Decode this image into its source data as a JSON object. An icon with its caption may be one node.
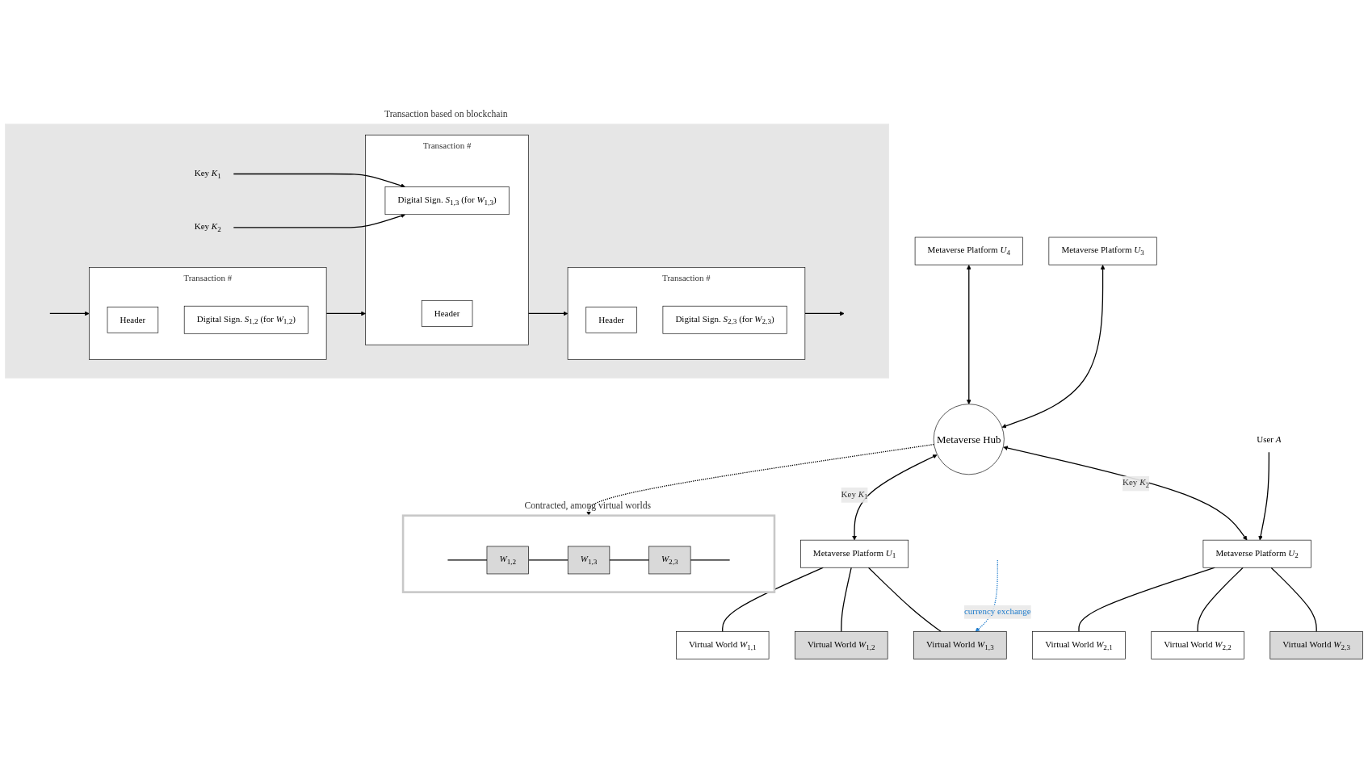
{
  "diagram": {
    "nodes": [
      {
        "text": [
          "Metaverse Platform *U*$_{4}$"
        ]
      },
      {
        "text": [
          "Contracted, among virtual worlds"
        ]
      },
      {
        "text": [
          "*W*$_{1,2}$"
        ],
        "in": 1
      },
      {
        "text": [
          "*W*$_{1,3}$"
        ],
        "in": 1
      },
      {
        "text": [
          "*W*$_{2,3}$"
        ],
        "in": 1
      },
      {
        "text": [
          "Metaverse Platform *U*$_{3}$"
        ]
      },
      {
        "text": [
          "Metaverse Hub"
        ]
      },
      {
        "text": [
          "Metaverse Platform *U*$_{1}$"
        ]
      },
      {
        "text": [
          "Virtual World *W*$_{1,1}$"
        ]
      },
      {
        "text": [
          "Virtual World *W*$_{1,2}$"
        ]
      },
      {
        "text": [
          "Virtual World *W*$_{1,3}$"
        ]
      },
      {
        "text": [
          "Transaction based on blockchain"
        ]
      },
      {
        "text": [
          "Transaction #"
        ],
        "in": 11
      },
      {
        "text": [
          "Header"
        ],
        "in": 12
      },
      {
        "text": [
          "Digital Sign. *S*$_{1,2}$ (for *W*$_{1,2}$)"
        ],
        "in": 12
      },
      {
        "text": [
          "Transaction #"
        ],
        "in": 11
      },
      {
        "text": [
          "Header"
        ],
        "in": 15
      },
      {
        "text": [
          "Digital Sign. *S*$_{1,3}$ (for *W*$_{1,3}$)"
        ],
        "in": 15
      },
      {
        "text": [
          "Transaction #"
        ],
        "in": 11
      },
      {
        "text": [
          "Header"
        ],
        "in": 18
      },
      {
        "text": [
          "Digital Sign. *S*$_{2,3}$ (for *W*$_{2,3}$)"
        ],
        "in": 18
      },
      {
        "text": [
          "Key *K*$_{1}$"
        ],
        "in": 11
      },
      {
        "text": [
          "Key *K*$_{2}$"
        ],
        "in": 11
      },
      {
        "text": [
          "User *A*"
        ]
      },
      {
        "text": [
          "Metaverse Platform *U*$_{2}$"
        ]
      },
      {
        "text": [
          "Virtual World *W*$_{2,1}$"
        ]
      },
      {
        "text": [
          "Virtual World *W*$_{2,2}$"
        ]
      },
      {
        "text": [
          "Virtual World *W*$_{2,3}$"
        ]
      }
    ],
    "edges": [
      {
        "from": 0,
        "to": 6,
        "arrow": "both"
      },
      {
        "from": 5,
        "to": 6,
        "arrow": "both"
      },
      {
        "from": 6,
        "to": 7,
        "arrow": "both",
        "label": "Key *K*$_{1}$"
      },
      {
        "from": 6,
        "to": 24,
        "arrow": "both",
        "label": "Key *K*$_{2}$"
      },
      {
        "from": 6,
        "to": 1,
        "arrow": "to",
        "style": "dashed"
      },
      {
        "from": null,
        "to": 2,
        "arrow": "none"
      },
      {
        "from": 2,
        "to": 3,
        "arrow": "none"
      },
      {
        "from": 3,
        "to": 4,
        "arrow": "none"
      },
      {
        "from": 4,
        "to": null,
        "arrow": "none"
      },
      {
        "from": 7,
        "to": 8,
        "arrow": "none"
      },
      {
        "from": 7,
        "to": 9,
        "arrow": "none"
      },
      {
        "from": 7,
        "to": 10,
        "arrow": "none"
      },
      {
        "from": 23,
        "to": 24,
        "arrow": "to"
      },
      {
        "from": null,
        "to": 10,
        "arrow": "to",
        "style": "dashed",
        "color": "#1f7ccc",
        "label": "currency exchange"
      },
      {
        "from": 24,
        "to": 25,
        "arrow": "none"
      },
      {
        "from": 24,
        "to": 26,
        "arrow": "none"
      },
      {
        "from": 24,
        "to": 27,
        "arrow": "none"
      },
      {
        "from": null,
        "to": 12,
        "arrow": "to"
      },
      {
        "from": 12,
        "to": 15,
        "arrow": "to"
      },
      {
        "from": 15,
        "to": 18,
        "arrow": "to"
      },
      {
        "from": 18,
        "to": null,
        "arrow": "to"
      },
      {
        "from": 21,
        "to": 17,
        "arrow": "to"
      },
      {
        "from": 22,
        "to": 17,
        "arrow": "to"
      }
    ]
  }
}
